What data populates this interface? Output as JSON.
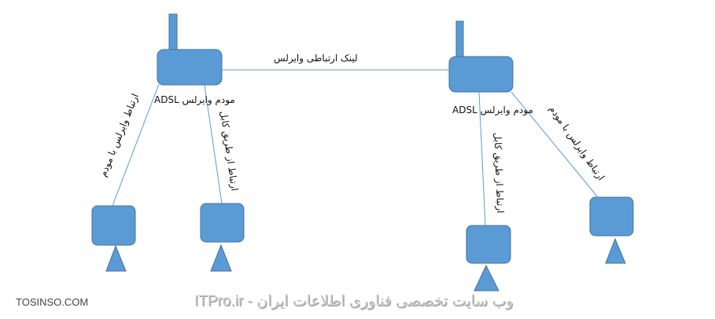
{
  "diagram": {
    "link_label": "لینک ارتباطی وایرلس",
    "left_modem_label": "مودم وایرلس ADSL",
    "right_modem_label": "مودم وایرلس ADSL",
    "left_wireless_label": "ارتباط وایرلس با مودم",
    "left_cable_label": "ارتباط از طریق کابل",
    "right_cable_label": "ارتباط از طریق کابل",
    "right_wireless_label": "ارتباط وایرلس با مودم",
    "shape_color": "#5b9bd5",
    "line_color": "#5b9bd5"
  },
  "watermark": {
    "left": "TOSINSO.COM",
    "center": "ITPro.ir - وب سایت تخصصی فناوری اطلاعات ایران"
  }
}
